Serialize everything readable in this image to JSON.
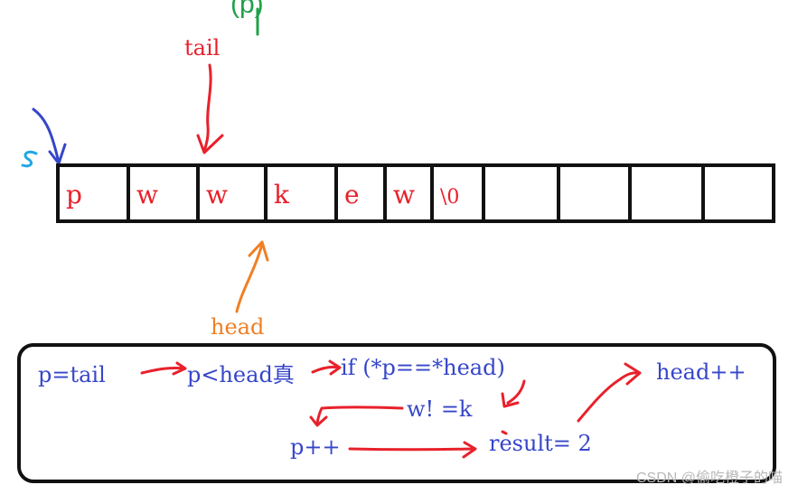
{
  "labels": {
    "top_green": "(p)",
    "tail": "tail",
    "s": "s",
    "head": "head"
  },
  "cells": [
    "p",
    "w",
    "w",
    "k",
    "e",
    "w",
    "\\0",
    "",
    "",
    "",
    ""
  ],
  "flow": {
    "p_eq_tail": "p=tail",
    "p_lt_head": "p<head真",
    "if_cond": "if (*p==*head)",
    "head_inc": "head++",
    "w_ne_k": "w! =k",
    "p_inc": "p++",
    "result": "result= 2"
  },
  "watermark": "CSDN @偷吃橙子的喵",
  "colors": {
    "red": "#e8212b",
    "blue": "#3646c9",
    "orange": "#f07f24",
    "green": "#1fa04a",
    "cyan": "#22a6e6",
    "border": "#111111"
  }
}
